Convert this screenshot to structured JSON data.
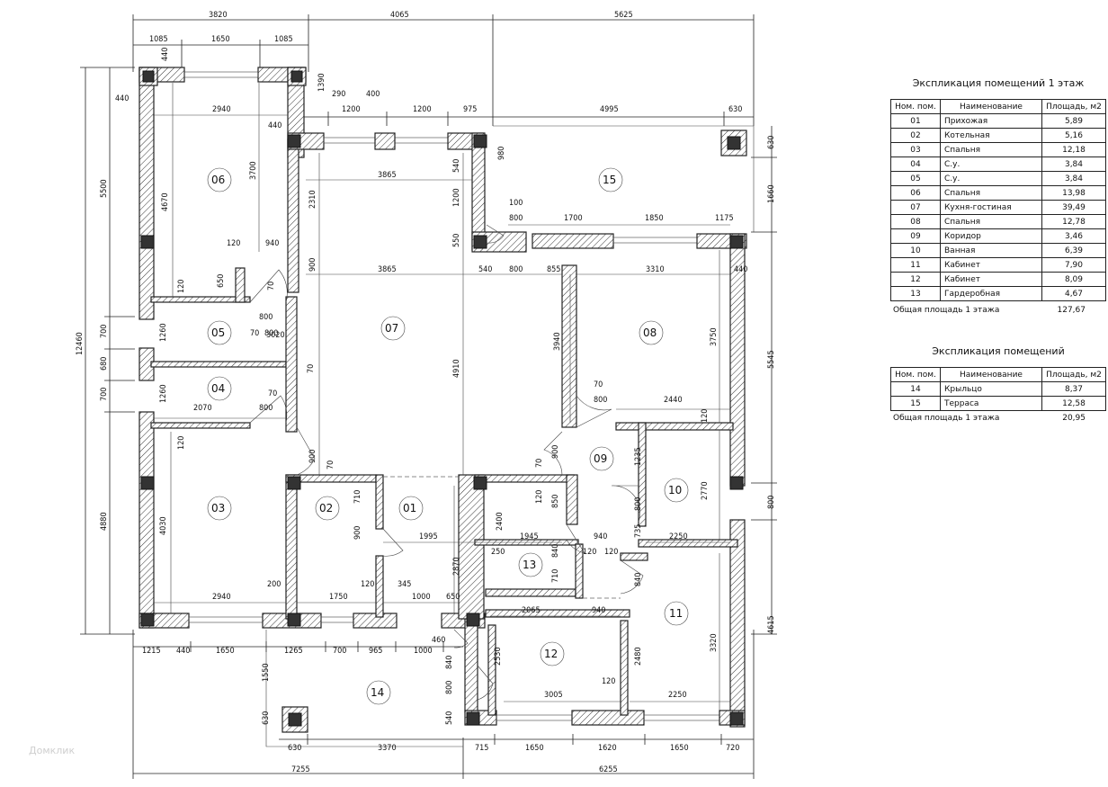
{
  "dimensions": {
    "top_overall": [
      "3820",
      "4065",
      "5625"
    ],
    "top_second": [
      "1085",
      "1650",
      "1085"
    ],
    "top_third": [
      "290",
      "400",
      "1200",
      "1200",
      "975",
      "4995",
      "630"
    ],
    "bottom_overall": [
      "7255",
      "6255"
    ],
    "bottom_second": [
      "630",
      "3370",
      "715",
      "1650",
      "1620",
      "1650",
      "720"
    ],
    "bottom_third": [
      "1215",
      "440",
      "1650",
      "1265",
      "700",
      "965",
      "1000",
      "460"
    ],
    "left_overall": [
      "12460"
    ],
    "left_parts": [
      "5500",
      "700",
      "680",
      "700",
      "4880"
    ],
    "left_top": [
      "440",
      "440"
    ],
    "right_parts": [
      "630",
      "1660",
      "5545",
      "800",
      "4615"
    ],
    "inner": [
      "2940",
      "4670",
      "3700",
      "440",
      "1390",
      "120",
      "940",
      "650",
      "70",
      "800",
      "3865",
      "2310",
      "900",
      "540",
      "1200",
      "550",
      "980",
      "100",
      "800",
      "1700",
      "1850",
      "1175",
      "3865",
      "540",
      "800",
      "855",
      "3310",
      "440",
      "120",
      "1260",
      "1260",
      "70",
      "800",
      "70",
      "70",
      "3020",
      "4910",
      "2070",
      "800",
      "900",
      "70",
      "3940",
      "3750",
      "70",
      "800",
      "2440",
      "120",
      "900",
      "70",
      "1235",
      "850",
      "120",
      "800",
      "2770",
      "735",
      "2250",
      "4030",
      "120",
      "710",
      "900",
      "1995",
      "1945",
      "940",
      "120",
      "120",
      "2400",
      "250",
      "840",
      "2870",
      "710",
      "2940",
      "200",
      "1750",
      "120",
      "345",
      "1000",
      "650",
      "2065",
      "940",
      "840",
      "3320",
      "2530",
      "2480",
      "3005",
      "2250",
      "120",
      "1550",
      "840",
      "800",
      "540",
      "630"
    ]
  },
  "rooms": [
    {
      "num": "01"
    },
    {
      "num": "02"
    },
    {
      "num": "03"
    },
    {
      "num": "04"
    },
    {
      "num": "05"
    },
    {
      "num": "06"
    },
    {
      "num": "07"
    },
    {
      "num": "08"
    },
    {
      "num": "09"
    },
    {
      "num": "10"
    },
    {
      "num": "11"
    },
    {
      "num": "12"
    },
    {
      "num": "13"
    },
    {
      "num": "14"
    },
    {
      "num": "15"
    }
  ],
  "table1": {
    "title": "Экспликация помещений 1 этаж",
    "headers": [
      "Ном. пом.",
      "Наименование",
      "Площадь, м2"
    ],
    "rows": [
      [
        "01",
        "Прихожая",
        "5,89"
      ],
      [
        "02",
        "Котельная",
        "5,16"
      ],
      [
        "03",
        "Спальня",
        "12,18"
      ],
      [
        "04",
        "С.у.",
        "3,84"
      ],
      [
        "05",
        "С.у.",
        "3,84"
      ],
      [
        "06",
        "Спальня",
        "13,98"
      ],
      [
        "07",
        "Кухня-гостиная",
        "39,49"
      ],
      [
        "08",
        "Спальня",
        "12,78"
      ],
      [
        "09",
        "Коридор",
        "3,46"
      ],
      [
        "10",
        "Ванная",
        "6,39"
      ],
      [
        "11",
        "Кабинет",
        "7,90"
      ],
      [
        "12",
        "Кабинет",
        "8,09"
      ],
      [
        "13",
        "Гардеробная",
        "4,67"
      ]
    ],
    "total_label": "Общая площадь 1  этажа",
    "total_value": "127,67"
  },
  "table2": {
    "title": "Экспликация помещений",
    "headers": [
      "Ном. пом.",
      "Наименование",
      "Площадь, м2"
    ],
    "rows": [
      [
        "14",
        "Крыльцо",
        "8,37"
      ],
      [
        "15",
        "Терраса",
        "12,58"
      ]
    ],
    "total_label": "Общая площадь 1  этажа",
    "total_value": "20,95"
  },
  "watermark": "Домклик"
}
